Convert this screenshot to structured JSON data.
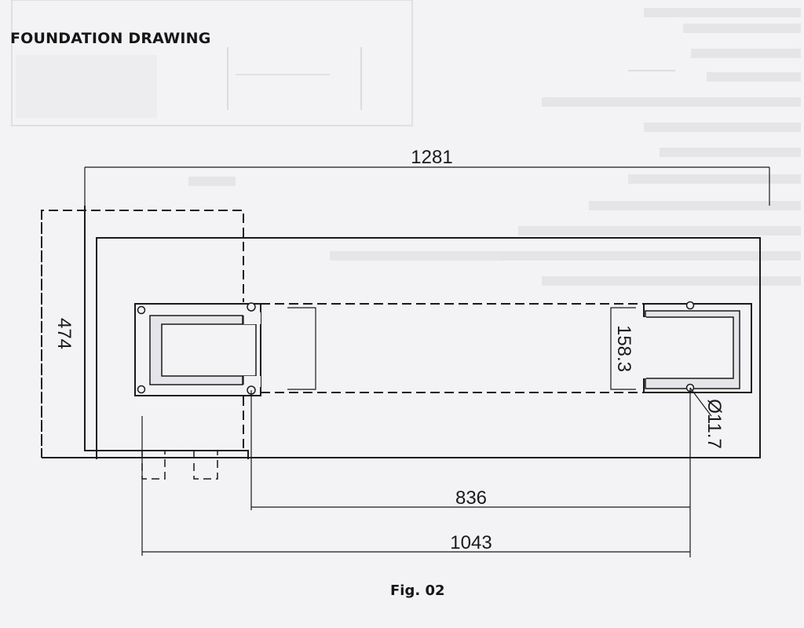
{
  "title": "FOUNDATION DRAWING",
  "caption": "Fig. 02",
  "dimensions": {
    "overall_length": "1281",
    "depth": "474",
    "inner_width": "158.3",
    "bolt_hole": "Ø11.7",
    "bolt_span": "836",
    "outer_span": "1043"
  }
}
